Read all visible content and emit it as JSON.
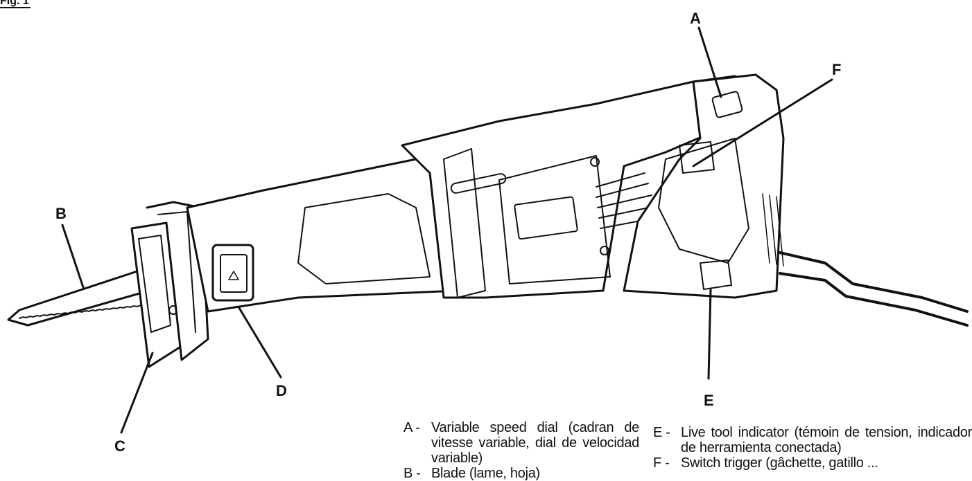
{
  "figure_label": "Fig. 1",
  "callouts": [
    "A",
    "B",
    "C",
    "D",
    "E",
    "F"
  ],
  "legend_left": [
    {
      "key": "A -",
      "text": "Variable speed dial (cadran de vitesse variable, dial de velocidad variable)"
    },
    {
      "key": "B -",
      "text": "Blade (lame, hoja)"
    }
  ],
  "legend_right": [
    {
      "key": "E -",
      "text": "Live tool indicator (témoin de tension, indicador de herramienta conectada)"
    },
    {
      "key": "F -",
      "text": "Switch trigger (gâchette, gatillo ..."
    }
  ]
}
